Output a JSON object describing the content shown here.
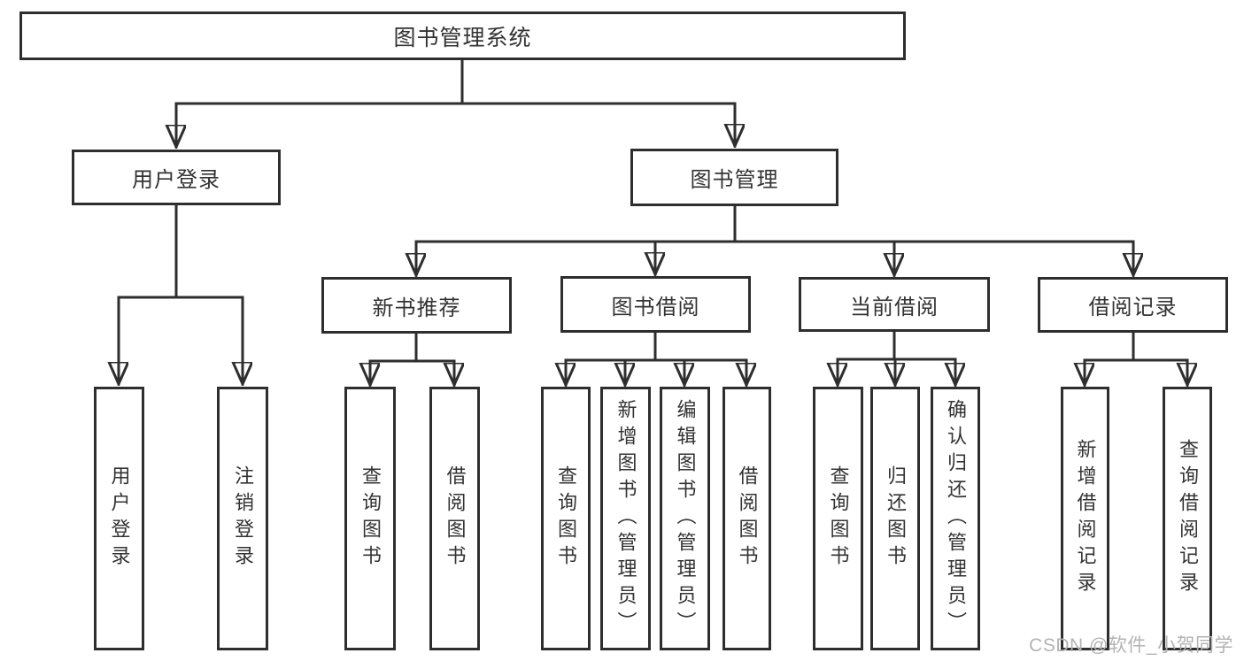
{
  "colors": {
    "line": "#2e2e2e",
    "text": "#333333",
    "box_fill": "#ffffff",
    "background": "#ffffff",
    "watermark": "#b3b3b3"
  },
  "diagram": {
    "root": "图书管理系统",
    "branches": [
      {
        "label": "用户登录",
        "children": [
          "用户登录",
          "注销登录"
        ]
      },
      {
        "label": "图书管理",
        "sections": [
          {
            "label": "新书推荐",
            "children": [
              "查询图书",
              "借阅图书"
            ]
          },
          {
            "label": "图书借阅",
            "children": [
              "查询图书",
              "新增图书（管理员）",
              "编辑图书（管理员）",
              "借阅图书"
            ]
          },
          {
            "label": "当前借阅",
            "children": [
              "查询图书",
              "归还图书",
              "确认归还（管理员）"
            ]
          },
          {
            "label": "借阅记录",
            "children": [
              "新增借阅记录",
              "查询借阅记录"
            ]
          }
        ]
      }
    ]
  },
  "watermark": "CSDN @软件_小贺同学"
}
